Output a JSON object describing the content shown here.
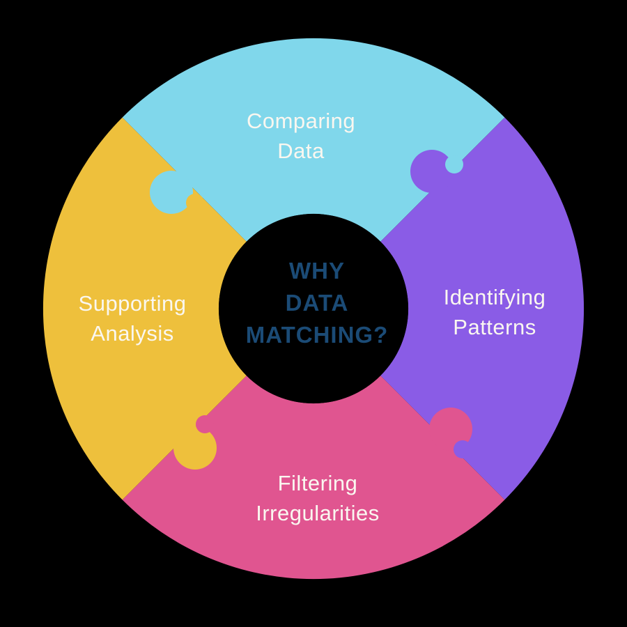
{
  "background_color": "#000000",
  "center": {
    "title": "WHY\nDATA\nMATCHING?",
    "text_color": "#1B4B76",
    "bg": "#000000"
  },
  "pieces": [
    {
      "id": "comparing-data",
      "position": "top",
      "label": "Comparing\nData",
      "color": "#80D7EB"
    },
    {
      "id": "identifying-patterns",
      "position": "right",
      "label": "Identifying\nPatterns",
      "color": "#8A5CE6"
    },
    {
      "id": "filtering-irregularities",
      "position": "bottom",
      "label": "Filtering\nIrregularities",
      "color": "#E05590"
    },
    {
      "id": "supporting-analysis",
      "position": "left",
      "label": "Supporting\nAnalysis",
      "color": "#EEC03C"
    }
  ],
  "label_color": "#FAF7F0"
}
